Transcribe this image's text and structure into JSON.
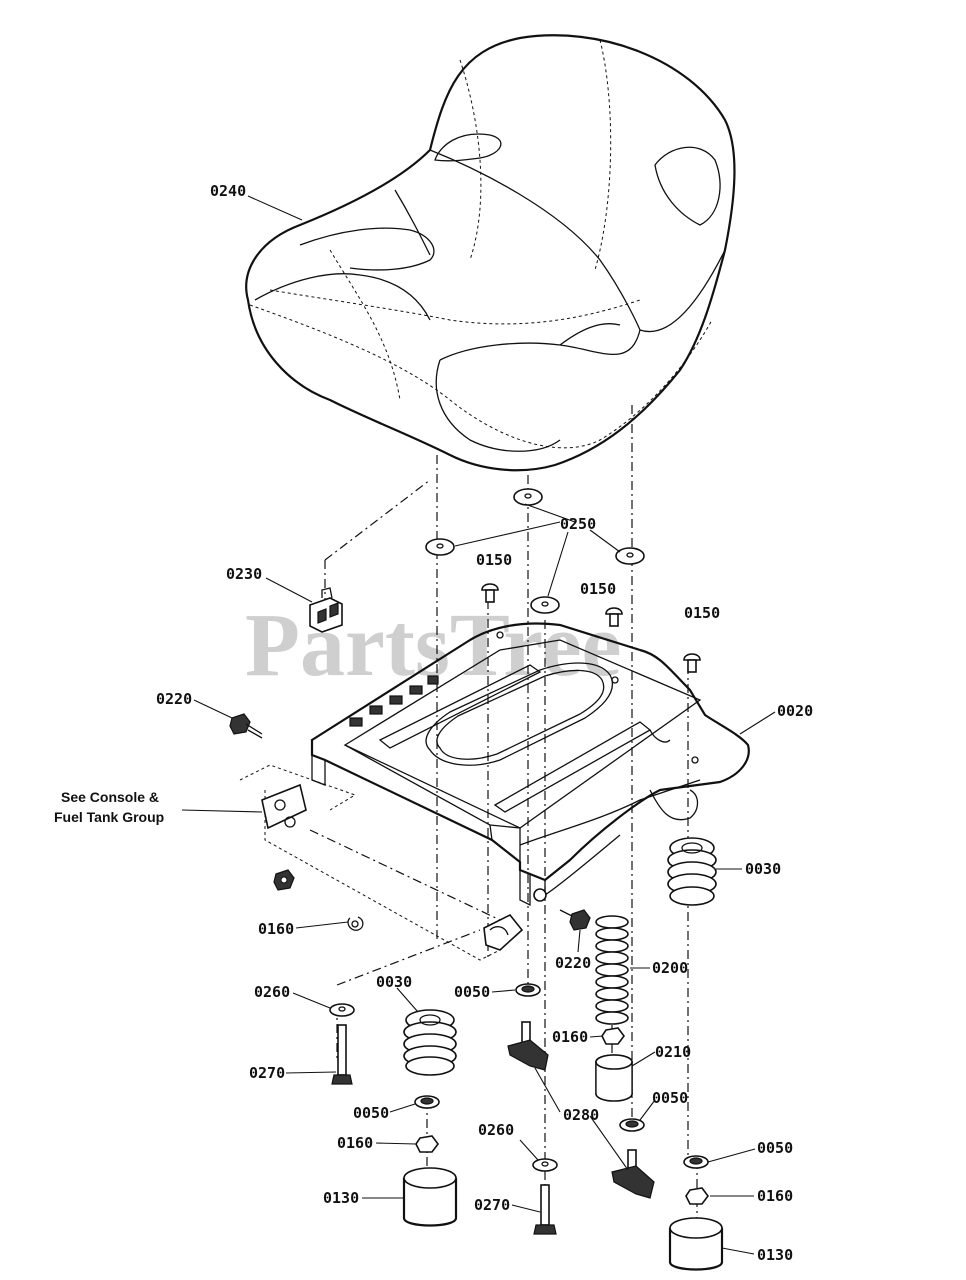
{
  "watermark": "PartsTree",
  "note": {
    "line1": "See Console &",
    "line2": "Fuel Tank Group"
  },
  "callouts": [
    {
      "id": "0240"
    },
    {
      "id": "0250"
    },
    {
      "id": "0230"
    },
    {
      "id": "0150a",
      "label": "0150"
    },
    {
      "id": "0150b",
      "label": "0150"
    },
    {
      "id": "0150c",
      "label": "0150"
    },
    {
      "id": "0220a",
      "label": "0220"
    },
    {
      "id": "0020"
    },
    {
      "id": "0030a",
      "label": "0030"
    },
    {
      "id": "0160a",
      "label": "0160"
    },
    {
      "id": "0220b",
      "label": "0220"
    },
    {
      "id": "0200"
    },
    {
      "id": "0260a",
      "label": "0260"
    },
    {
      "id": "0030b",
      "label": "0030"
    },
    {
      "id": "0050a",
      "label": "0050"
    },
    {
      "id": "0160b",
      "label": "0160"
    },
    {
      "id": "0210"
    },
    {
      "id": "0270a",
      "label": "0270"
    },
    {
      "id": "0050b",
      "label": "0050"
    },
    {
      "id": "0280"
    },
    {
      "id": "0050c",
      "label": "0050"
    },
    {
      "id": "0160c",
      "label": "0160"
    },
    {
      "id": "0260b",
      "label": "0260"
    },
    {
      "id": "0050d",
      "label": "0050"
    },
    {
      "id": "0130a",
      "label": "0130"
    },
    {
      "id": "0270b",
      "label": "0270"
    },
    {
      "id": "0160d",
      "label": "0160"
    },
    {
      "id": "0130b",
      "label": "0130"
    }
  ],
  "labels": {
    "l0240": "0240",
    "l0250": "0250",
    "l0230": "0230",
    "l0150a": "0150",
    "l0150b": "0150",
    "l0150c": "0150",
    "l0220a": "0220",
    "l0020": "0020",
    "l0030a": "0030",
    "l0160a": "0160",
    "l0220b": "0220",
    "l0200": "0200",
    "l0260a": "0260",
    "l0030b": "0030",
    "l0050a": "0050",
    "l0160b": "0160",
    "l0210": "0210",
    "l0270a": "0270",
    "l0050b": "0050",
    "l0280": "0280",
    "l0050c": "0050",
    "l0160c": "0160",
    "l0260b": "0260",
    "l0050d": "0050",
    "l0130a": "0130",
    "l0270b": "0270",
    "l0160d": "0160",
    "l0130b": "0130"
  }
}
